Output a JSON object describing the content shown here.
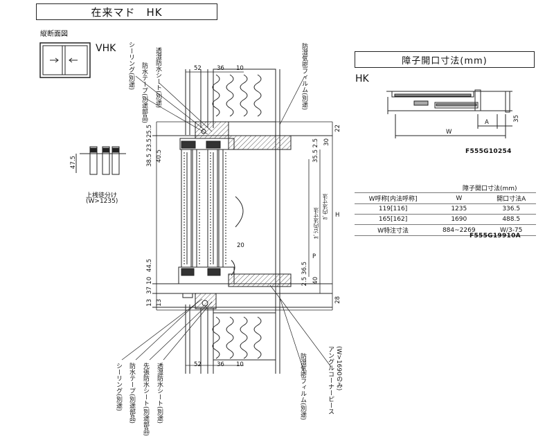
{
  "title": "在来マド　HK",
  "section_label": "縦断面図",
  "model_label": "VHK",
  "detail_caption": "上桟徒分け",
  "detail_caption_sub": "(W>1235)",
  "detail_dim": "47.5",
  "right_title": "障子開口寸法(mm)",
  "right_model": "HK",
  "drawing_code": "F555G10254",
  "plan_dims": {
    "w": "W",
    "a": "A",
    "v35": "35"
  },
  "table": {
    "unit_caption": "障子開口寸法(mm)",
    "headers": [
      "W呼称[内法呼称]",
      "W",
      "開口寸法A"
    ],
    "rows": [
      [
        "119[116]",
        "1235",
        "336.5"
      ],
      [
        "165[162]",
        "1690",
        "488.5"
      ],
      [
        "W特注寸法",
        "884~2269",
        "W/3-75"
      ]
    ],
    "code": "F555G19910A"
  },
  "top_dims": [
    "52",
    "36",
    "10"
  ],
  "bottom_dims": [
    "52",
    "36",
    "10"
  ],
  "left_dims_top": [
    "25.5",
    "23.5",
    "38.5",
    "40.5"
  ],
  "left_dims_bottom": [
    "44.5",
    "10",
    "37",
    "13",
    "13"
  ],
  "right_dims": [
    "22",
    "30",
    "2.5",
    "35.5",
    "36.5",
    "2.5",
    "40",
    "28"
  ],
  "mid_labels": {
    "h": "H",
    "p": "P",
    "sill_in": "ｶﾞﾗｽ内法寸法",
    "inner_span": "ｶﾞ内法寸法",
    "twenty": "20"
  },
  "callouts_top": [
    "シーリング(別途)",
    "防水テープ(別途部品)",
    "透湿防水シート(別途)"
  ],
  "callout_top_right": "防湿気密フィルム(別途)",
  "callouts_bottom": [
    "シーリング(別途)",
    "防水テープ(別途部品)",
    "先張防水シート(別途部品)",
    "透湿防水シート(別途)"
  ],
  "callout_bottom_right": [
    "防湿気密フィルム(別途)",
    "アングルコーナーピース",
    "(W>1690のみ)"
  ]
}
